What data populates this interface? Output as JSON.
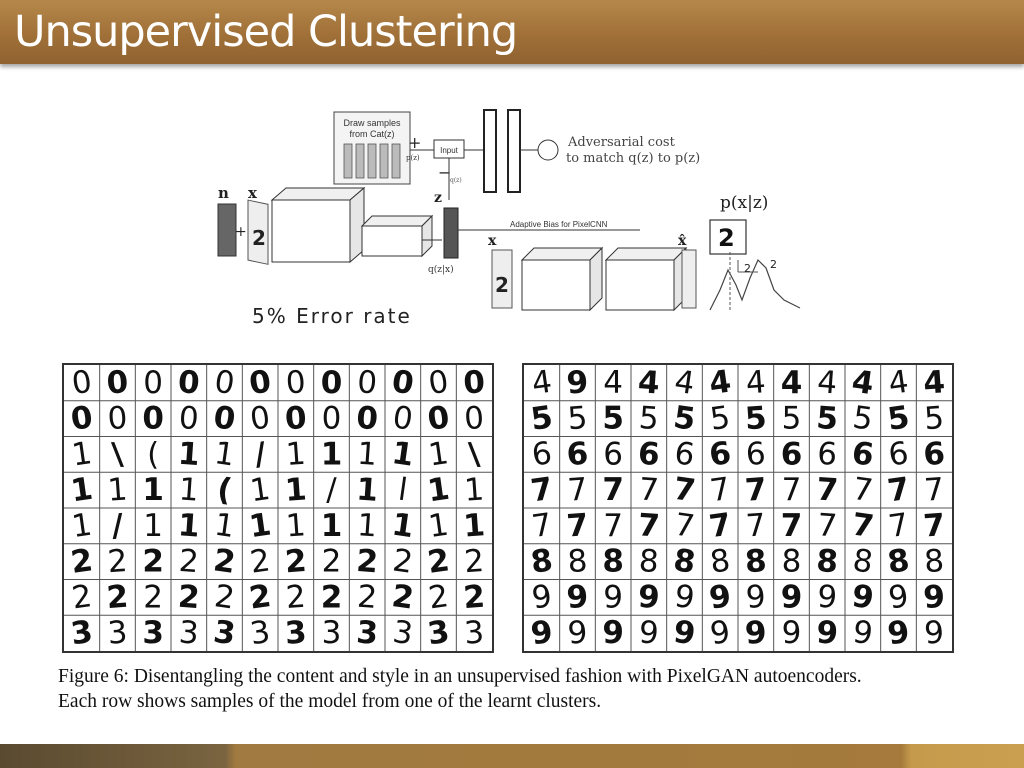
{
  "slide": {
    "title": "Unsupervised Clustering",
    "error_rate_label": "5% Error rate"
  },
  "diagram": {
    "draw_samples_line1": "Draw samples",
    "draw_samples_line2": "from Cat(z)",
    "plus": "+",
    "minus": "−",
    "p_z": "p(z)",
    "q_z": "q(z)",
    "input_label": "Input",
    "adv_cost_line1": "Adversarial cost",
    "adv_cost_line2": "to match q(z) to p(z)",
    "n_label": "n",
    "x_label": "x",
    "z_label": "z",
    "q_zx": "q(z|x)",
    "adaptive_bias": "Adaptive Bias for PixelCNN",
    "x_hat": "x̂",
    "p_xz": "p(x|z)",
    "digit_two": "2"
  },
  "figure": {
    "left_rows": [
      [
        "0",
        "0",
        "0",
        "0",
        "0",
        "0",
        "0",
        "0",
        "0",
        "0",
        "0",
        "0"
      ],
      [
        "0",
        "0",
        "0",
        "0",
        "0",
        "0",
        "0",
        "0",
        "0",
        "0",
        "0",
        "0"
      ],
      [
        "1",
        "\\",
        "(",
        "1",
        "1",
        "/",
        "1",
        "1",
        "1",
        "1",
        "1",
        "\\"
      ],
      [
        "1",
        "1",
        "1",
        "1",
        "(",
        "1",
        "1",
        "/",
        "1",
        "l",
        "1",
        "1"
      ],
      [
        "1",
        "/",
        "1",
        "1",
        "1",
        "1",
        "1",
        "1",
        "1",
        "1",
        "1",
        "1"
      ],
      [
        "2",
        "2",
        "2",
        "2",
        "2",
        "2",
        "2",
        "2",
        "2",
        "2",
        "2",
        "2"
      ],
      [
        "2",
        "2",
        "2",
        "2",
        "2",
        "2",
        "2",
        "2",
        "2",
        "2",
        "2",
        "2"
      ],
      [
        "3",
        "3",
        "3",
        "3",
        "3",
        "3",
        "3",
        "3",
        "3",
        "3",
        "3",
        "3"
      ]
    ],
    "right_rows": [
      [
        "4",
        "9",
        "4",
        "4",
        "4",
        "4",
        "4",
        "4",
        "4",
        "4",
        "4",
        "4"
      ],
      [
        "5",
        "5",
        "5",
        "5",
        "5",
        "5",
        "5",
        "5",
        "5",
        "5",
        "5",
        "5"
      ],
      [
        "6",
        "6",
        "6",
        "6",
        "6",
        "6",
        "6",
        "6",
        "6",
        "6",
        "6",
        "6"
      ],
      [
        "7",
        "7",
        "7",
        "7",
        "7",
        "7",
        "7",
        "7",
        "7",
        "7",
        "7",
        "7"
      ],
      [
        "7",
        "7",
        "7",
        "7",
        "7",
        "7",
        "7",
        "7",
        "7",
        "7",
        "7",
        "7"
      ],
      [
        "8",
        "8",
        "8",
        "8",
        "8",
        "8",
        "8",
        "8",
        "8",
        "8",
        "8",
        "8"
      ],
      [
        "9",
        "9",
        "9",
        "9",
        "9",
        "9",
        "9",
        "9",
        "9",
        "9",
        "9",
        "9"
      ],
      [
        "9",
        "9",
        "9",
        "9",
        "9",
        "9",
        "9",
        "9",
        "9",
        "9",
        "9",
        "9"
      ]
    ],
    "caption_line1": "Figure 6: Disentangling the content and style in an unsupervised fashion with PixelGAN autoencoders.",
    "caption_line2": "Each row shows samples of the model from one of the learnt clusters."
  }
}
